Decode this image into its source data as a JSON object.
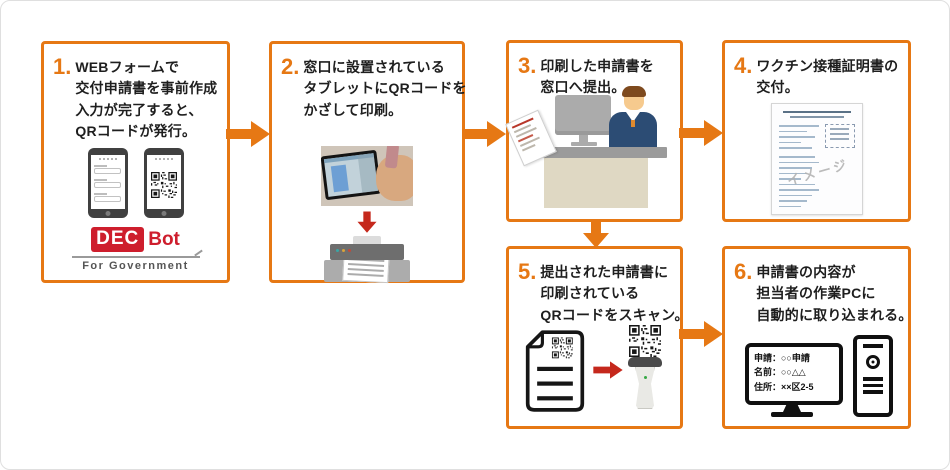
{
  "colors": {
    "accent": "#E67814",
    "logo_red": "#CE1E2D",
    "mini_arrow_red": "#C5281C",
    "card_border": "#E67814"
  },
  "steps": [
    {
      "num": "1.",
      "lines": [
        "WEBフォームで",
        "交付申請書を事前作成",
        "入力が完了すると、",
        "QRコードが発行。"
      ]
    },
    {
      "num": "2.",
      "lines": [
        "窓口に設置されている",
        "タブレットにQRコードを",
        "かざして印刷。"
      ]
    },
    {
      "num": "3.",
      "lines": [
        "印刷した申請書を",
        "窓口へ提出。"
      ]
    },
    {
      "num": "4.",
      "lines": [
        "ワクチン接種証明書の",
        "交付。"
      ]
    },
    {
      "num": "5.",
      "lines": [
        "提出された申請書に",
        "印刷されている",
        "QRコードをスキャン。"
      ]
    },
    {
      "num": "6.",
      "lines": [
        "申請書の内容が",
        "担当者の作業PCに",
        "自動的に取り込まれる。"
      ]
    }
  ],
  "logo": {
    "badge": "DEC",
    "suffix": "Bot",
    "tagline": "For Government"
  },
  "pc_screen": {
    "line1": "申請：○○申請",
    "line2": "名前：○○△△",
    "line3": "住所：××区2-5"
  },
  "certificate": {
    "watermark": "イメージ"
  }
}
